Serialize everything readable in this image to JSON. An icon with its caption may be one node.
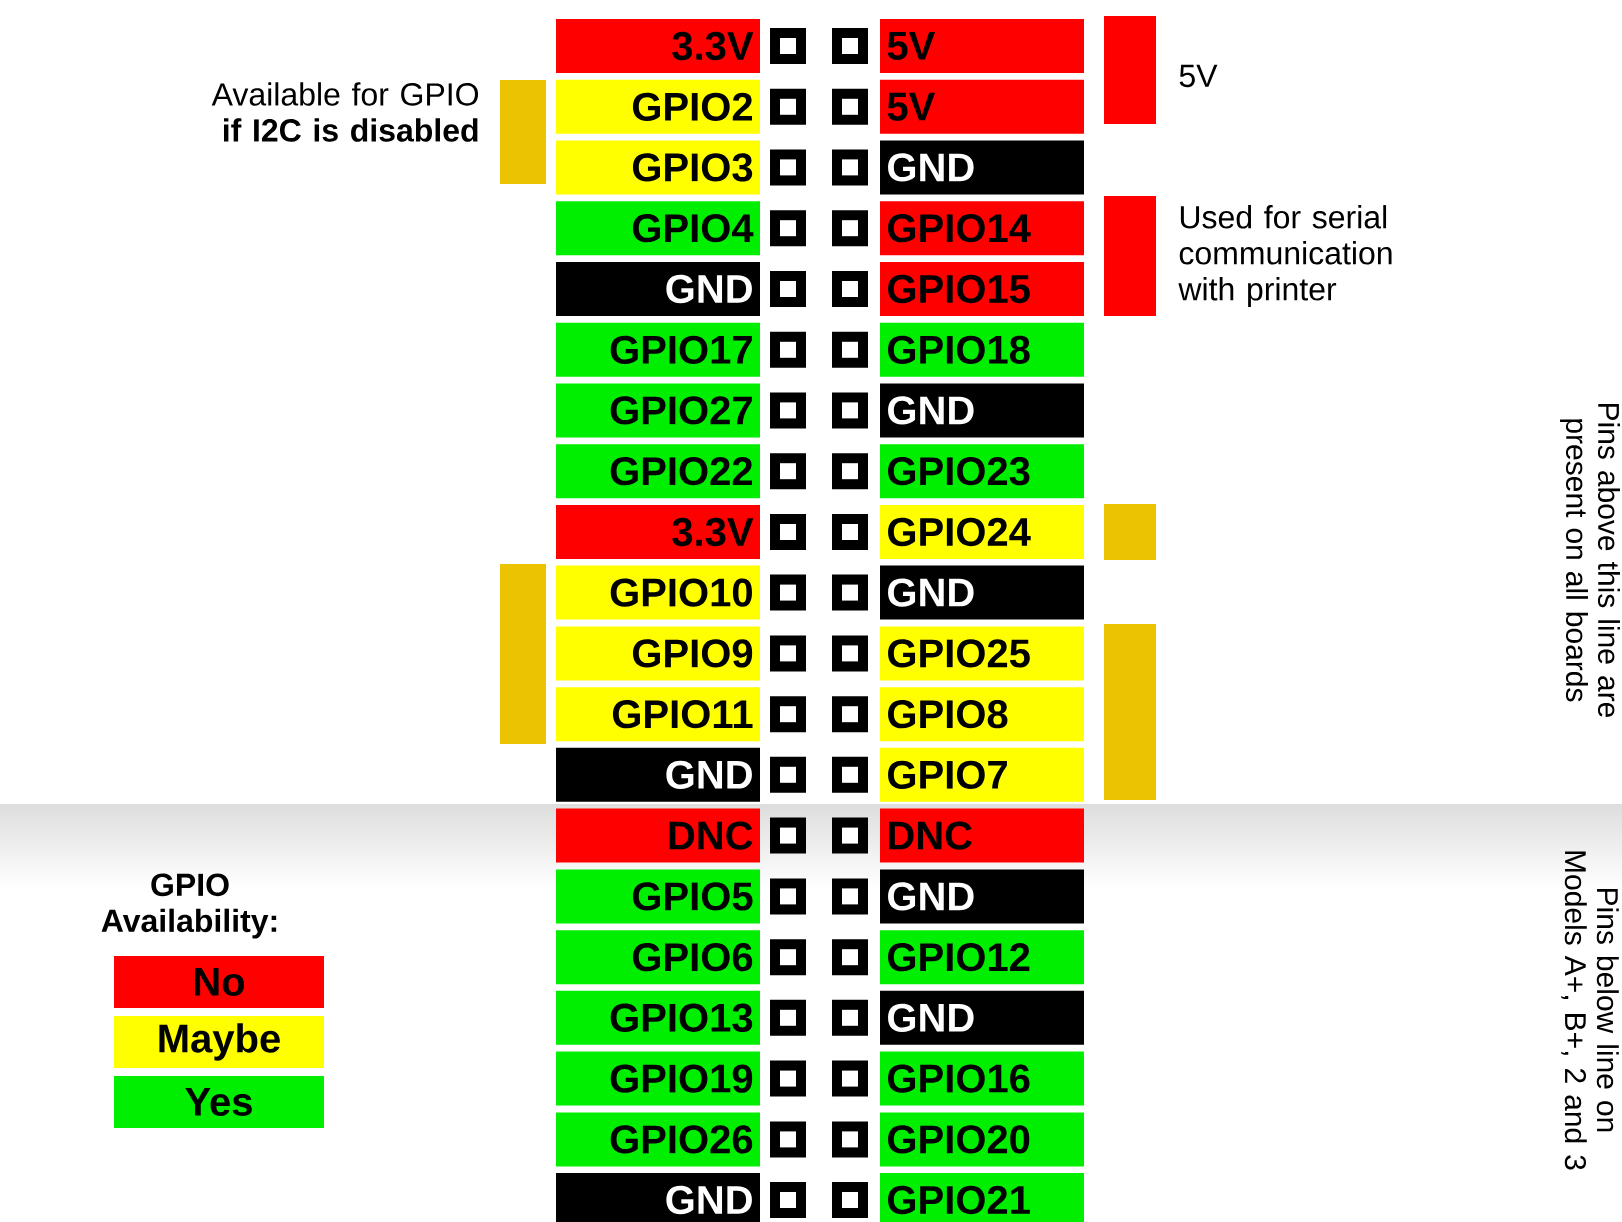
{
  "diagram": {
    "nodes": [
      {
        "text": [
          "3.3V"
        ]
      },
      {
        "text": [
          "5V"
        ]
      },
      {
        "text": [
          "GPIO2"
        ]
      },
      {
        "text": [
          "5V"
        ]
      },
      {
        "text": [
          "GPIO3"
        ]
      },
      {
        "text": [
          "GND"
        ]
      },
      {
        "text": [
          "GPIO4"
        ]
      },
      {
        "text": [
          "GPIO14"
        ]
      },
      {
        "text": [
          "GND"
        ]
      },
      {
        "text": [
          "GPIO15"
        ]
      },
      {
        "text": [
          "GPIO17"
        ]
      },
      {
        "text": [
          "GPIO18"
        ]
      },
      {
        "text": [
          "GPIO27"
        ]
      },
      {
        "text": [
          "GND"
        ]
      },
      {
        "text": [
          "GPIO22"
        ]
      },
      {
        "text": [
          "GPIO23"
        ]
      },
      {
        "text": [
          "3.3V"
        ]
      },
      {
        "text": [
          "GPIO24"
        ]
      },
      {
        "text": [
          "GPIO10"
        ]
      },
      {
        "text": [
          "GND"
        ]
      },
      {
        "text": [
          "GPIO9"
        ]
      },
      {
        "text": [
          "GPIO25"
        ]
      },
      {
        "text": [
          "GPIO11"
        ]
      },
      {
        "text": [
          "GPIO8"
        ]
      },
      {
        "text": [
          "GND"
        ]
      },
      {
        "text": [
          "GPIO7"
        ]
      },
      {
        "text": [
          "DNC"
        ]
      },
      {
        "text": [
          "DNC"
        ]
      },
      {
        "text": [
          "GPIO5"
        ]
      },
      {
        "text": [
          "GND"
        ]
      },
      {
        "text": [
          "GPIO6"
        ]
      },
      {
        "text": [
          "GPIO12"
        ]
      },
      {
        "text": [
          "GPIO13"
        ]
      },
      {
        "text": [
          "GND"
        ]
      },
      {
        "text": [
          "GPIO19"
        ]
      },
      {
        "text": [
          "GPIO16"
        ]
      },
      {
        "text": [
          "GPIO26"
        ]
      },
      {
        "text": [
          "GPIO20"
        ]
      },
      {
        "text": [
          "GND"
        ]
      },
      {
        "text": [
          "GPIO21"
        ]
      }
    ],
    "labels": [
      "Available for GPIO **if I2C is disabled**",
      "5V",
      "Used for serial communication with printer",
      "Pins above this line are present on all boards",
      "Pins below line on Models A+, B+, 2 and 3",
      "GPIO Availability:"
    ],
    "legend": [
      {
        "text": "No",
        "color": "#ff0000"
      },
      {
        "text": "Maybe",
        "color": "#ffff00"
      },
      {
        "text": "Yes",
        "color": "#00ee00"
      }
    ]
  }
}
